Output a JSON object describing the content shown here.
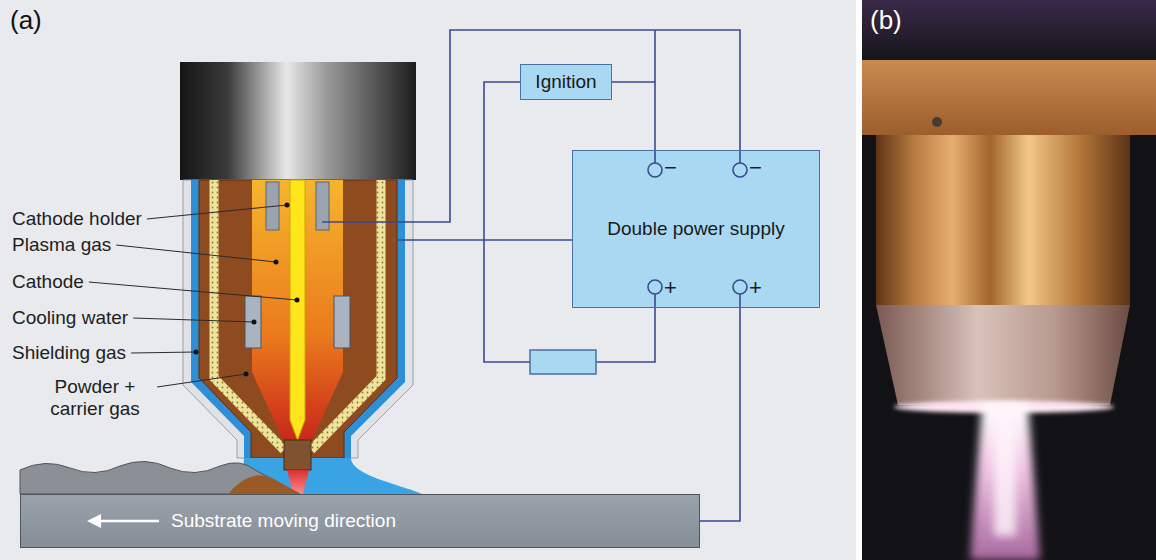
{
  "diagram": {
    "nodes": [
      {
        "text": [
          "Ignition"
        ]
      },
      {
        "text": [
          "Double power supply"
        ]
      },
      {
        "text": [
          "Substrate moving direction"
        ]
      }
    ],
    "edges": [
      {
        "from": 0,
        "to": 1,
        "arrow": "none"
      },
      {
        "from": 1,
        "to": 2,
        "arrow": "none"
      }
    ],
    "labels": [
      "(a)",
      "(b)",
      "Cathode holder",
      "Plasma gas",
      "Cathode",
      "Cooling water",
      "Shielding gas",
      "Powder + carrier gas",
      "−",
      "−",
      "+",
      "+"
    ]
  }
}
